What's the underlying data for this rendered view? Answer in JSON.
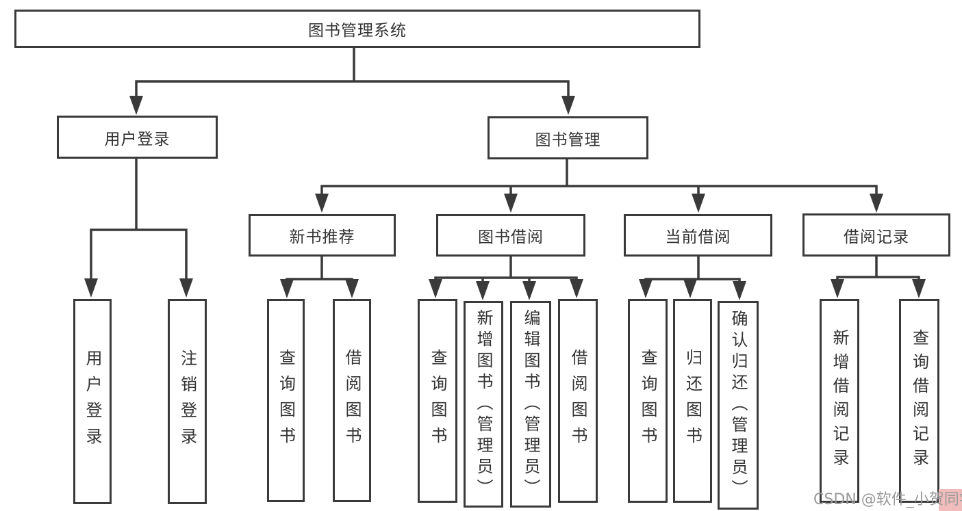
{
  "diagram": {
    "type": "hierarchy-tree",
    "title": "图书管理系统",
    "nodes": {
      "root": {
        "label": "图书管理系统"
      },
      "user_login": {
        "label": "用户登录"
      },
      "book_mgmt": {
        "label": "图书管理"
      },
      "rec": {
        "label": "新书推荐"
      },
      "borrow": {
        "label": "图书借阅"
      },
      "current": {
        "label": "当前借阅"
      },
      "records": {
        "label": "借阅记录"
      },
      "login_user": {
        "label": "用户登录"
      },
      "login_logout": {
        "label": "注销登录"
      },
      "rec_query": {
        "label": "查询图书"
      },
      "rec_borrow": {
        "label": "借阅图书"
      },
      "bb_query": {
        "label": "查询图书"
      },
      "bb_add": {
        "label": "新增图书（管理员）"
      },
      "bb_edit": {
        "label": "编辑图书（管理员）"
      },
      "bb_borrow": {
        "label": "借阅图书"
      },
      "cb_query": {
        "label": "查询图书"
      },
      "cb_return": {
        "label": "归还图书"
      },
      "cb_confirm": {
        "label": "确认归还（管理员）"
      },
      "br_add": {
        "label": "新增借阅记录"
      },
      "br_query": {
        "label": "查询借阅记录"
      }
    },
    "edges": [
      [
        "root",
        "user_login"
      ],
      [
        "root",
        "book_mgmt"
      ],
      [
        "user_login",
        "login_user"
      ],
      [
        "user_login",
        "login_logout"
      ],
      [
        "book_mgmt",
        "rec"
      ],
      [
        "book_mgmt",
        "borrow"
      ],
      [
        "book_mgmt",
        "current"
      ],
      [
        "book_mgmt",
        "records"
      ],
      [
        "rec",
        "rec_query"
      ],
      [
        "rec",
        "rec_borrow"
      ],
      [
        "borrow",
        "bb_query"
      ],
      [
        "borrow",
        "bb_add"
      ],
      [
        "borrow",
        "bb_edit"
      ],
      [
        "borrow",
        "bb_borrow"
      ],
      [
        "current",
        "cb_query"
      ],
      [
        "current",
        "cb_return"
      ],
      [
        "current",
        "cb_confirm"
      ],
      [
        "records",
        "br_add"
      ],
      [
        "records",
        "br_query"
      ]
    ],
    "colors": {
      "background": "#ffffff",
      "line": "#3a3a3a",
      "node_border": "#3a3a3a",
      "node_fill": "#ffffff",
      "text": "#333333",
      "watermark_text": "#9a9a9a",
      "watermark_highlight": "#f0bcbc"
    }
  },
  "watermark": {
    "text": "CSDN @软件_小贺同学"
  }
}
